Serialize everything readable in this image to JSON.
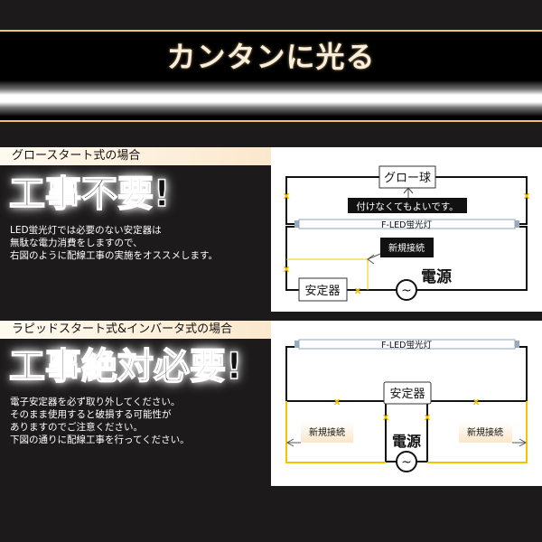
{
  "hero": {
    "title": "カンタンに光る"
  },
  "glow_section": {
    "banner": "グロースタート式の場合",
    "headline": "工事不要!",
    "description": [
      "LED蛍光灯では必要のない安定器は",
      "無駄な電力消費をしますので、",
      "右図のように配線工事の実施をオススメします。"
    ],
    "diagram": {
      "glow_lamp": "グロー球",
      "note": "付けなくてもよいです。",
      "tube": "F-LED蛍光灯",
      "new_connection": "新規接続",
      "ballast": "安定器",
      "power_symbol": "~",
      "power": "電源"
    }
  },
  "rapid_section": {
    "banner": "ラピッドスタート式&インバータ式の場合",
    "headline": "工事絶対必要!",
    "description": [
      "電子安定器を必ず取り外してください。",
      "そのまま使用すると破損する可能性が",
      "ありますのでご注意ください。",
      "下図の通りに配線工事を行ってください。"
    ],
    "diagram": {
      "tube": "F-LED蛍光灯",
      "ballast": "安定器",
      "new_connection_left": "新規接続",
      "new_connection_right": "新規接続",
      "power": "電源",
      "power_symbol": "~"
    }
  },
  "colors": {
    "accent_gold": "#f2c36e",
    "new_wire": "#f5c400",
    "cut_mark": "#f5c400"
  }
}
